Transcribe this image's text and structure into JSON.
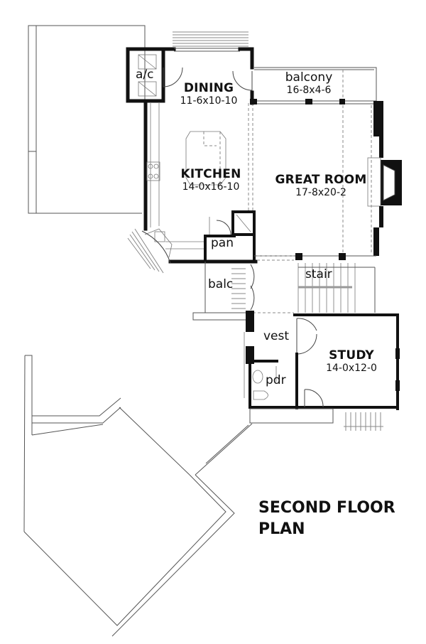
{
  "plan": {
    "title_line1": "SECOND FLOOR",
    "title_line2": "PLAN"
  },
  "rooms": {
    "ac": {
      "name": "a/c"
    },
    "dining": {
      "name": "DINING",
      "dims": "11-6x10-10"
    },
    "balcony": {
      "name": "balcony",
      "dims": "16-8x4-6"
    },
    "kitchen": {
      "name": "KITCHEN",
      "dims": "14-0x16-10"
    },
    "great_room": {
      "name": "GREAT ROOM",
      "dims": "17-8x20-2"
    },
    "pantry": {
      "name": "pan"
    },
    "balc": {
      "name": "balc"
    },
    "stair": {
      "name": "stair"
    },
    "vest": {
      "name": "vest"
    },
    "study": {
      "name": "STUDY",
      "dims": "14-0x12-0"
    },
    "powder": {
      "name": "pdr"
    }
  }
}
